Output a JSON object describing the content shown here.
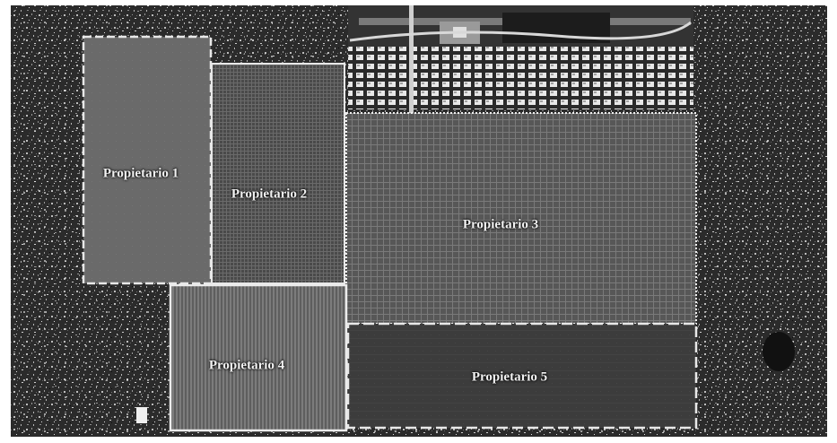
{
  "colors": {
    "urban_background": "#2b2b2b",
    "urban_speckle": "#bdbdbd",
    "parcel_border": "#e8e8e8",
    "label_text": "#f2f2f2"
  },
  "parcels": [
    {
      "id": "p1",
      "label": "Propietario 1",
      "fill": "#6a6a6a",
      "texture": "smooth",
      "border": "dashed"
    },
    {
      "id": "p2",
      "label": "Propietario 2",
      "fill": "#4a4a4a",
      "texture": "fine-grid",
      "border": "solid"
    },
    {
      "id": "p3",
      "label": "Propietario 3",
      "fill": "#585858",
      "texture": "grid",
      "border": "dotted"
    },
    {
      "id": "p4",
      "label": "Propietario 4",
      "fill": "#626262",
      "texture": "vertical-stripes",
      "border": "solid"
    },
    {
      "id": "p5",
      "label": "Propietario 5",
      "fill": "#3c3c3c",
      "texture": "smooth",
      "border": "dashed"
    }
  ]
}
